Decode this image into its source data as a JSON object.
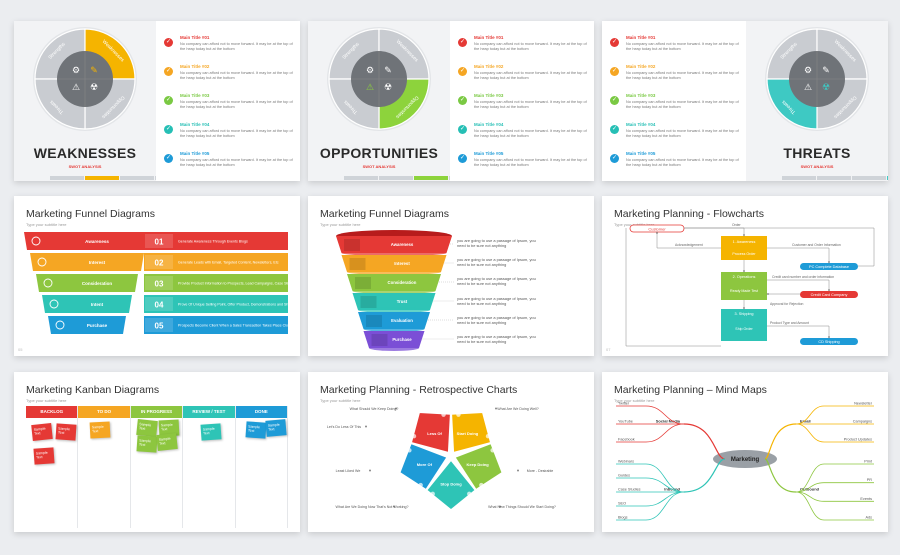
{
  "swot": [
    {
      "heading": "WEAKNESSES",
      "sub": "SWOT ANALYSIS",
      "active": 1,
      "color": "#f5b400",
      "bar_active": 1
    },
    {
      "heading": "OPPORTUNITIES",
      "sub": "SWOT ANALYSIS",
      "active": 2,
      "color": "#8dd33c",
      "bar_active": 2
    },
    {
      "heading": "THREATS",
      "sub": "SWOT ANALYSIS",
      "active": 3,
      "color": "#3ec9c3",
      "bar_active": 3
    }
  ],
  "swot_quadrants": [
    "Strengths",
    "Weaknesses",
    "Opportunities",
    "Threats"
  ],
  "swot_items": [
    {
      "title": "Main Title #01",
      "color": "#e53935",
      "desc": "No company can afford not to move forward. It may be at the top of the heap today but at the bottom"
    },
    {
      "title": "Main Title #02",
      "color": "#f5a623",
      "desc": "No company can afford not to move forward. It may be at the top of the heap today but at the bottom"
    },
    {
      "title": "Main Title #03",
      "color": "#7ac943",
      "desc": "No company can afford not to move forward. It may be at the top of the heap today but at the bottom"
    },
    {
      "title": "Main Title #04",
      "color": "#26bfb5",
      "desc": "No company can afford not to move forward. It may be at the top of the heap today but at the bottom"
    },
    {
      "title": "Main Title #05",
      "color": "#1e9bd7",
      "desc": "No company can afford not to move forward. It may be at the top of the heap today but at the bottom"
    }
  ],
  "funnel1": {
    "title": "Marketing Funnel Diagrams",
    "subtitle": "Type your subtitle here",
    "stages": [
      {
        "label": "Awareness",
        "num": "01",
        "text": "Generate Awareness Through Events Blogs",
        "color": "#e53935"
      },
      {
        "label": "Interest",
        "num": "02",
        "text": "Generate Leads with Email, Targeted Content, Newsletters, Etc",
        "color": "#f5a623"
      },
      {
        "label": "Consideration",
        "num": "03",
        "text": "Provide Product Information to Prospects, Lead Campaigns, Case Studies, and Free Trials",
        "color": "#8dc63f"
      },
      {
        "label": "Intent",
        "num": "04",
        "text": "Prove Of Unique Selling Point, Offer Product, Demonstrations and Show Your Whitepaper",
        "color": "#2ec4b6"
      },
      {
        "label": "Purchase",
        "num": "05",
        "text": "Prospects Become Client When a Sales Transaction Takes Place Closing Deals",
        "color": "#1e9bd7"
      }
    ]
  },
  "funnel2": {
    "title": "Marketing Funnel Diagrams",
    "subtitle": "Type your subtitle here",
    "stages": [
      {
        "label": "Awareness",
        "color": "#e53935",
        "text": "you are going to use a passage of Ipsum, you need to be sure not anything"
      },
      {
        "label": "Interest",
        "color": "#f5a623",
        "text": "you are going to use a passage of Ipsum, you need to be sure not anything"
      },
      {
        "label": "Consideration",
        "color": "#8dc63f",
        "text": "you are going to use a passage of Ipsum, you need to be sure not anything"
      },
      {
        "label": "Trust",
        "color": "#2ec4b6",
        "text": "you are going to use a passage of Ipsum, you need to be sure not anything"
      },
      {
        "label": "Evaluation",
        "color": "#1e9bd7",
        "text": "you are going to use a passage of Ipsum, you need to be sure not anything"
      },
      {
        "label": "Purchase",
        "color": "#7b4fd6",
        "text": "you are going to use a passage of Ipsum, you need to be sure not anything"
      }
    ]
  },
  "flowchart": {
    "title": "Marketing Planning - Flowcharts",
    "subtitle": "Type your subtitle here",
    "nodes": {
      "customer": "Customer",
      "step1": "1. Awareness",
      "step1b": "Process Order",
      "step2": "2. Operations",
      "step2b": "Ready Made Test",
      "step3": "3. Shipping",
      "step3b": "Ship Order",
      "complete": "PC Complete Database",
      "credit": "Credit Card Company",
      "shipping": "CD Shipping"
    },
    "edges": {
      "order": "Order",
      "ack": "Acknowledgement",
      "customer_info": "Customer and Order Information",
      "credit_info": "Credit card number and order information",
      "approval": "Approval for Rejection",
      "product": "Product Type and Amount"
    }
  },
  "kanban": {
    "title": "Marketing Kanban Diagrams",
    "subtitle": "Type your subtitle here",
    "note_label": "Sample Text",
    "columns": [
      {
        "label": "BACKLOG",
        "color": "#e53935"
      },
      {
        "label": "TO DO",
        "color": "#f5a623"
      },
      {
        "label": "IN PROGRESS",
        "color": "#8dc63f"
      },
      {
        "label": "REVIEW / TEST",
        "color": "#2ec4b6"
      },
      {
        "label": "DONE",
        "color": "#1e9bd7"
      }
    ]
  },
  "retro": {
    "title": "Marketing Planning - Retrospective Charts",
    "subtitle": "Type your subtitle here",
    "segments": [
      {
        "label": "Start Doing",
        "color": "#f5b400"
      },
      {
        "label": "Keep Doing",
        "color": "#8dc63f"
      },
      {
        "label": "Stop Doing",
        "color": "#2ec4b6"
      },
      {
        "label": "Less Of",
        "color": "#e53935"
      },
      {
        "label": "More Of",
        "color": "#1e9bd7"
      }
    ],
    "callouts": [
      "What Should We Keep Doing?",
      "What Are We Doing Well?",
      "Let's Do Less Of This",
      "More - Desirable",
      "Least Liked We",
      "What Are We Doing Now That's Not Working?",
      "What New Things Should We Start Doing?"
    ]
  },
  "mindmap": {
    "title": "Marketing Planning – Mind Maps",
    "subtitle": "Type your subtitle here",
    "center": "Marketing",
    "branches": [
      {
        "label": "Social Media",
        "color": "#e53935",
        "leaves": [
          "Twitter",
          "YouTube",
          "Facebook"
        ]
      },
      {
        "label": "Email",
        "color": "#f5b400",
        "leaves": [
          "Newsletter",
          "Campaigns",
          "Product Updates"
        ]
      },
      {
        "label": "Inbound",
        "color": "#2ec4b6",
        "leaves": [
          "Webinars",
          "Guides",
          "Case Studies",
          "SEO",
          "Blogs"
        ]
      },
      {
        "label": "Outbound",
        "color": "#8dc63f",
        "leaves": [
          "Print",
          "PR",
          "Events",
          "Ads"
        ]
      }
    ]
  }
}
